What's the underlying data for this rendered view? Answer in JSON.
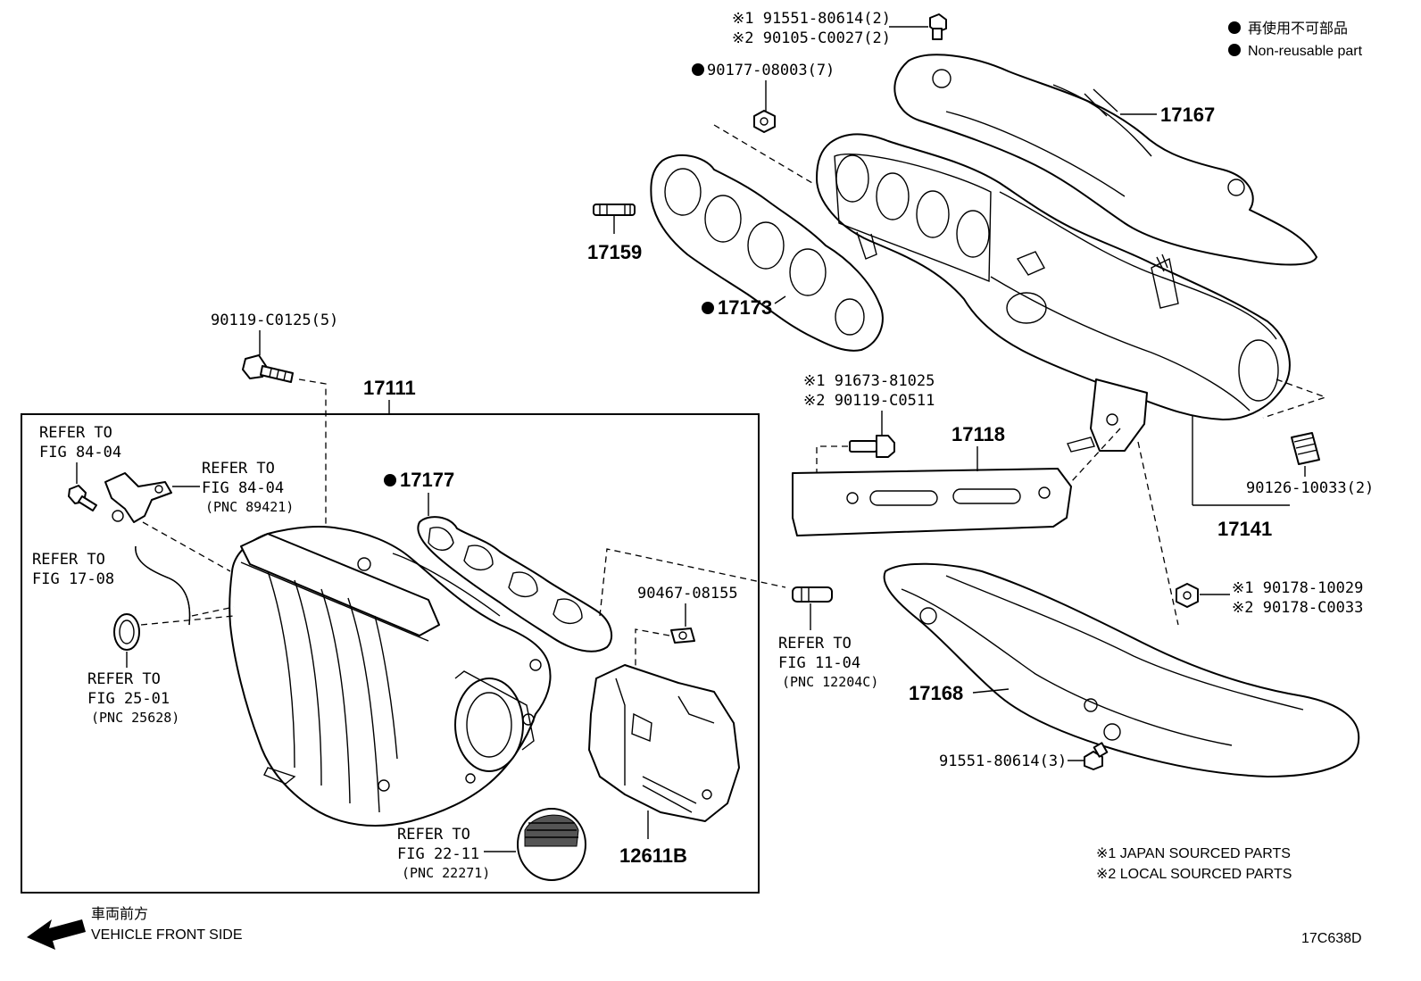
{
  "legend": {
    "non_reusable_jp": "再使用不可部品",
    "non_reusable_en": "Non-reusable part"
  },
  "source_notes": {
    "note1": "※1 JAPAN SOURCED PARTS",
    "note2": "※2 LOCAL SOURCED PARTS"
  },
  "direction": {
    "jp": "車両前方",
    "en": "VEHICLE FRONT SIDE"
  },
  "figure_code": "17C638D",
  "parts": {
    "p17167": "17167",
    "p17159": "17159",
    "p17173": "17173",
    "p17111": "17111",
    "p17177": "17177",
    "p17118": "17118",
    "p17141": "17141",
    "p17168": "17168",
    "p12611b": "12611B"
  },
  "fasteners": {
    "bolt_top_1": "※1 91551-80614(2)",
    "bolt_top_2": "※2 90105-C0027(2)",
    "nut_90177": "90177-08003(7)",
    "bolt_90119_5": "90119-C0125(5)",
    "bolt_91673_1": "※1 91673-81025",
    "bolt_91673_2": "※2 90119-C0511",
    "stud_90126": "90126-10033(2)",
    "nut_90178_1": "※1 90178-10029",
    "nut_90178_2": "※2 90178-C0033",
    "bolt_91551_3": "91551-80614(3)",
    "clip_90467": "90467-08155"
  },
  "refs": {
    "r1_a": "REFER TO",
    "r1_b": "FIG 84-04",
    "r2_a": "REFER TO",
    "r2_b": "FIG 84-04",
    "r2_c": "(PNC 89421)",
    "r3_a": "REFER TO",
    "r3_b": "FIG 17-08",
    "r4_a": "REFER TO",
    "r4_b": "FIG 25-01",
    "r4_c": "(PNC 25628)",
    "r5_a": "REFER TO",
    "r5_b": "FIG 11-04",
    "r5_c": "(PNC 12204C)",
    "r6_a": "REFER TO",
    "r6_b": "FIG 22-11",
    "r6_c": "(PNC 22271)"
  },
  "icons": {
    "legend_dot": "filled-circle",
    "arrow": "left-arrow"
  }
}
